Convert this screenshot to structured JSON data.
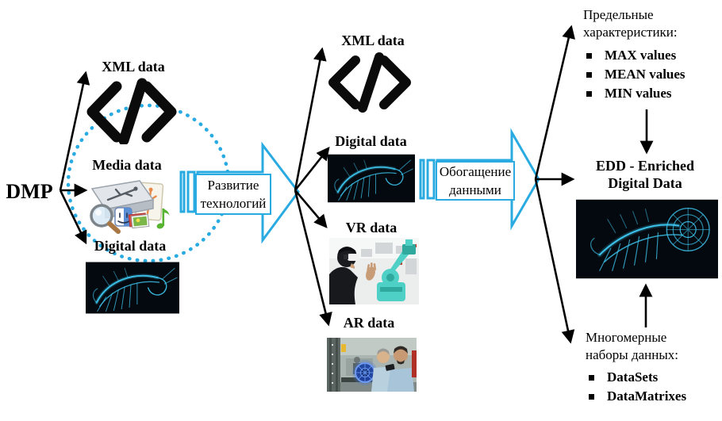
{
  "colors": {
    "accent_blue": "#29abe2",
    "arrow_black": "#000000"
  },
  "dmp_label": "DMP",
  "stage1": {
    "xml_label": "XML data",
    "media_label": "Media data",
    "digital_label": "Digital data"
  },
  "transition1": {
    "line1": "Развитие",
    "line2": "технологий"
  },
  "stage2": {
    "xml_label": "XML data",
    "digital_label": "Digital data",
    "vr_label": "VR data",
    "ar_label": "AR data"
  },
  "transition2": {
    "line1": "Обогащение",
    "line2": "данными"
  },
  "stage3": {
    "limits": {
      "line1": "Предельные",
      "line2": "характеристики:",
      "items": [
        "MAX values",
        "MEAN values",
        "MIN values"
      ]
    },
    "edd": {
      "line1": "EDD - Enriched",
      "line2": "Digital Data"
    },
    "datasets": {
      "line1": "Многомерные",
      "line2": "наборы данных:",
      "items": [
        "DataSets",
        "DataMatrixes"
      ]
    }
  },
  "icons": {
    "code_glyph": "</>"
  }
}
